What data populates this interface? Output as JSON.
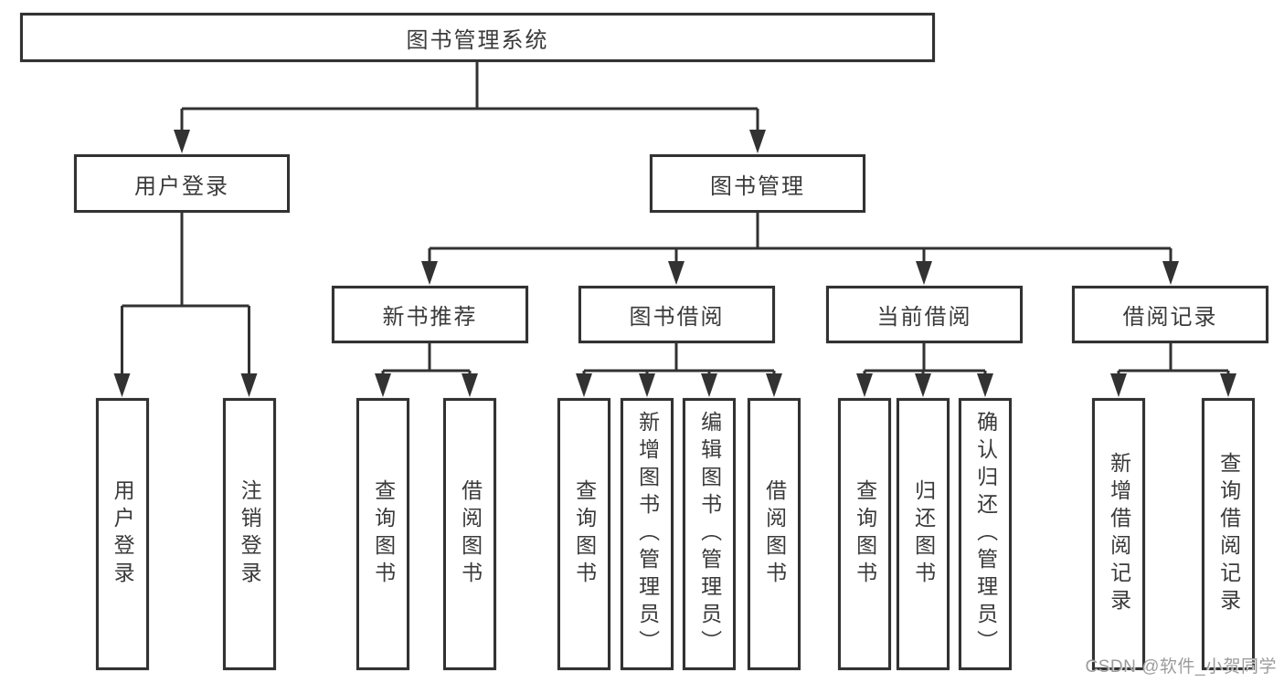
{
  "diagram_type": "hierarchy-tree",
  "colors": {
    "line": "#323232",
    "box_border": "#323232",
    "box_background": "#ffffff",
    "text": "#3a3a3a",
    "watermark": "#9c9c9c",
    "background": "#ffffff"
  },
  "tree": {
    "root": {
      "label": "图书管理系统",
      "children": [
        {
          "label": "用户登录",
          "children": [
            {
              "label": "用户登录"
            },
            {
              "label": "注销登录"
            }
          ]
        },
        {
          "label": "图书管理",
          "children": [
            {
              "label": "新书推荐",
              "children": [
                {
                  "label": "查询图书"
                },
                {
                  "label": "借阅图书"
                }
              ]
            },
            {
              "label": "图书借阅",
              "children": [
                {
                  "label": "查询图书"
                },
                {
                  "label": "新增图书（管理员）"
                },
                {
                  "label": "编辑图书（管理员）"
                },
                {
                  "label": "借阅图书"
                }
              ]
            },
            {
              "label": "当前借阅",
              "children": [
                {
                  "label": "查询图书"
                },
                {
                  "label": "归还图书"
                },
                {
                  "label": "确认归还（管理员）"
                }
              ]
            },
            {
              "label": "借阅记录",
              "children": [
                {
                  "label": "新增借阅记录"
                },
                {
                  "label": "查询借阅记录"
                }
              ]
            }
          ]
        }
      ]
    }
  },
  "watermark": {
    "text": "CSDN @软件_小贺同学"
  }
}
